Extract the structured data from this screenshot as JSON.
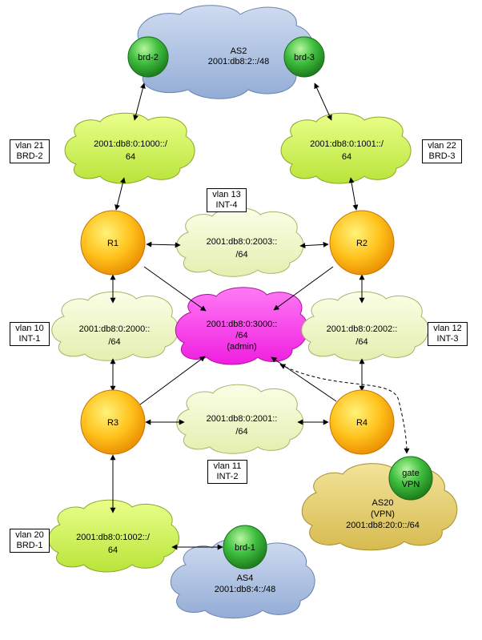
{
  "clouds": {
    "as2": {
      "line1": "AS2",
      "line2": "2001:db8:2::/48"
    },
    "as20": {
      "line1": "AS20",
      "line2": "(VPN)",
      "line3": "2001:db8:20:0::/64"
    },
    "as4": {
      "line1": "AS4",
      "line2": "2001:db8:4::/48"
    },
    "net_1000": {
      "line1": "2001:db8:0:1000::/",
      "line2": "64"
    },
    "net_1001": {
      "line1": "2001:db8:0:1001::/",
      "line2": "64"
    },
    "net_1002": {
      "line1": "2001:db8:0:1002::/",
      "line2": "64"
    },
    "net_2000": {
      "line1": "2001:db8:0:2000::",
      "line2": "/64"
    },
    "net_2001": {
      "line1": "2001:db8:0:2001::",
      "line2": "/64"
    },
    "net_2002": {
      "line1": "2001:db8:0:2002::",
      "line2": "/64"
    },
    "net_2003": {
      "line1": "2001:db8:0:2003::",
      "line2": "/64"
    },
    "net_3000": {
      "line1": "2001:db8:0:3000::",
      "line2": "/64",
      "line3": "(admin)"
    }
  },
  "routers": {
    "r1": "R1",
    "r2": "R2",
    "r3": "R3",
    "r4": "R4",
    "brd1": "brd-1",
    "brd2": "brd-2",
    "brd3": "brd-3",
    "gate_line1": "gate",
    "gate_line2": "VPN"
  },
  "vlans": {
    "v21": {
      "line1": "vlan 21",
      "line2": "BRD-2"
    },
    "v22": {
      "line1": "vlan 22",
      "line2": "BRD-3"
    },
    "v13": {
      "line1": "vlan 13",
      "line2": "INT-4"
    },
    "v10": {
      "line1": "vlan 10",
      "line2": "INT-1"
    },
    "v12": {
      "line1": "vlan 12",
      "line2": "INT-3"
    },
    "v11": {
      "line1": "vlan 11",
      "line2": "INT-2"
    },
    "v20": {
      "line1": "vlan 20",
      "line2": "BRD-1"
    }
  },
  "colors": {
    "router_orange": "#f5a800",
    "router_green": "#2f9e2f",
    "cloud_lightgreen": "#c9f04a",
    "cloud_pale": "#f1f7c9",
    "cloud_magenta": "#ff33ee",
    "cloud_blue": "#a9bfe0",
    "cloud_yellow": "#e6cf6a"
  }
}
